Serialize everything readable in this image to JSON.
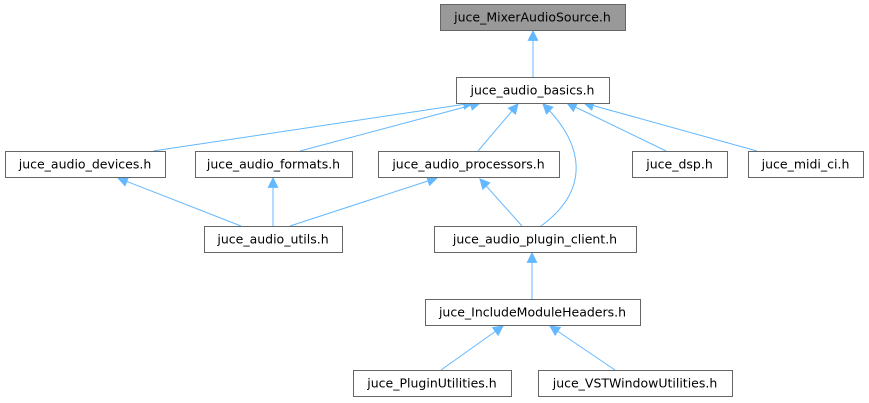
{
  "diagram": {
    "colors": {
      "edge": "#63b8ff",
      "node_border": "#666666",
      "node_fill": "#ffffff",
      "highlight_fill": "#999999"
    },
    "nodes": [
      {
        "id": "mixer",
        "label": "juce_MixerAudioSource.h",
        "highlighted": true
      },
      {
        "id": "basics",
        "label": "juce_audio_basics.h"
      },
      {
        "id": "devices",
        "label": "juce_audio_devices.h"
      },
      {
        "id": "formats",
        "label": "juce_audio_formats.h"
      },
      {
        "id": "processors",
        "label": "juce_audio_processors.h"
      },
      {
        "id": "dsp",
        "label": "juce_dsp.h"
      },
      {
        "id": "midi",
        "label": "juce_midi_ci.h"
      },
      {
        "id": "utils",
        "label": "juce_audio_utils.h"
      },
      {
        "id": "plugin",
        "label": "juce_audio_plugin_client.h"
      },
      {
        "id": "include",
        "label": "juce_IncludeModuleHeaders.h"
      },
      {
        "id": "pluginutil",
        "label": "juce_PluginUtilities.h"
      },
      {
        "id": "vstwin",
        "label": "juce_VSTWindowUtilities.h"
      }
    ],
    "edges": [
      {
        "from": "basics",
        "to": "mixer"
      },
      {
        "from": "devices",
        "to": "basics"
      },
      {
        "from": "formats",
        "to": "basics"
      },
      {
        "from": "processors",
        "to": "basics"
      },
      {
        "from": "plugin",
        "to": "basics"
      },
      {
        "from": "dsp",
        "to": "basics"
      },
      {
        "from": "midi",
        "to": "basics"
      },
      {
        "from": "utils",
        "to": "devices"
      },
      {
        "from": "utils",
        "to": "formats"
      },
      {
        "from": "utils",
        "to": "processors"
      },
      {
        "from": "plugin",
        "to": "processors"
      },
      {
        "from": "include",
        "to": "plugin"
      },
      {
        "from": "pluginutil",
        "to": "include"
      },
      {
        "from": "vstwin",
        "to": "include"
      }
    ]
  }
}
